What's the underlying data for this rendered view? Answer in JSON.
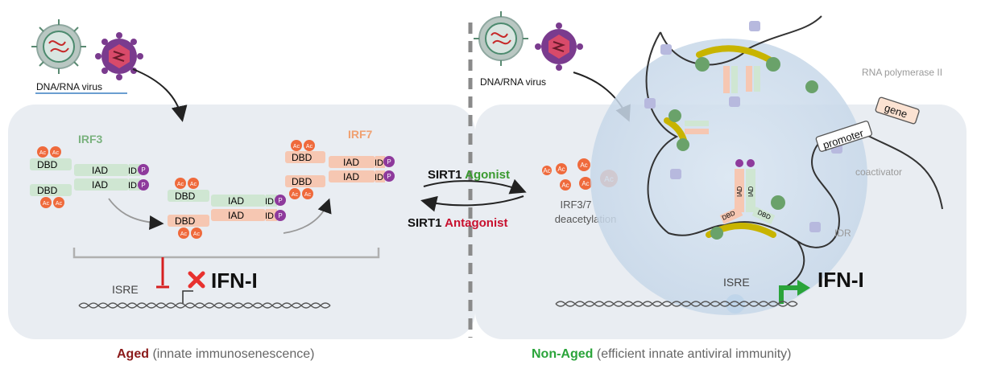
{
  "virus_label_left": "DNA/RNA virus",
  "virus_label_right": "DNA/RNA virus",
  "irf3_label": "IRF3",
  "irf7_label": "IRF7",
  "domains": {
    "dbd": "DBD",
    "iad": "IAD",
    "id": "ID",
    "p": "P",
    "ac": "Ac"
  },
  "sirt1": {
    "prefix": "SIRT1",
    "agonist": "Agonist",
    "antagonist": "Antagonist"
  },
  "deacetylation": {
    "line1": "IRF3/7",
    "line2": "deacetylation"
  },
  "isre_left": "ISRE",
  "isre_right": "ISRE",
  "ifn_left": "IFN-I",
  "ifn_right": "IFN-I",
  "rna_polymerase": "RNA polymerase II",
  "promoter": "promoter",
  "gene": "gene",
  "coactivator": "coactivator",
  "idr": "IDR",
  "caption_left": {
    "strong": "Aged",
    "rest": " (innate immunosenescence)"
  },
  "caption_right": {
    "strong": "Non-Aged",
    "rest": " (efficient innate antiviral immunity)"
  },
  "colors": {
    "panel": "#e9edf2",
    "irf3": "#cfe6d2",
    "irf7": "#f6c7b2",
    "ac": "#ef6a3c",
    "p": "#8e3a9c",
    "aged": "#8b1a1a",
    "nonaged": "#2aa43a",
    "agonist": "#3a9a2f",
    "antagonist": "#c8102e",
    "inhibit": "#d62020"
  }
}
